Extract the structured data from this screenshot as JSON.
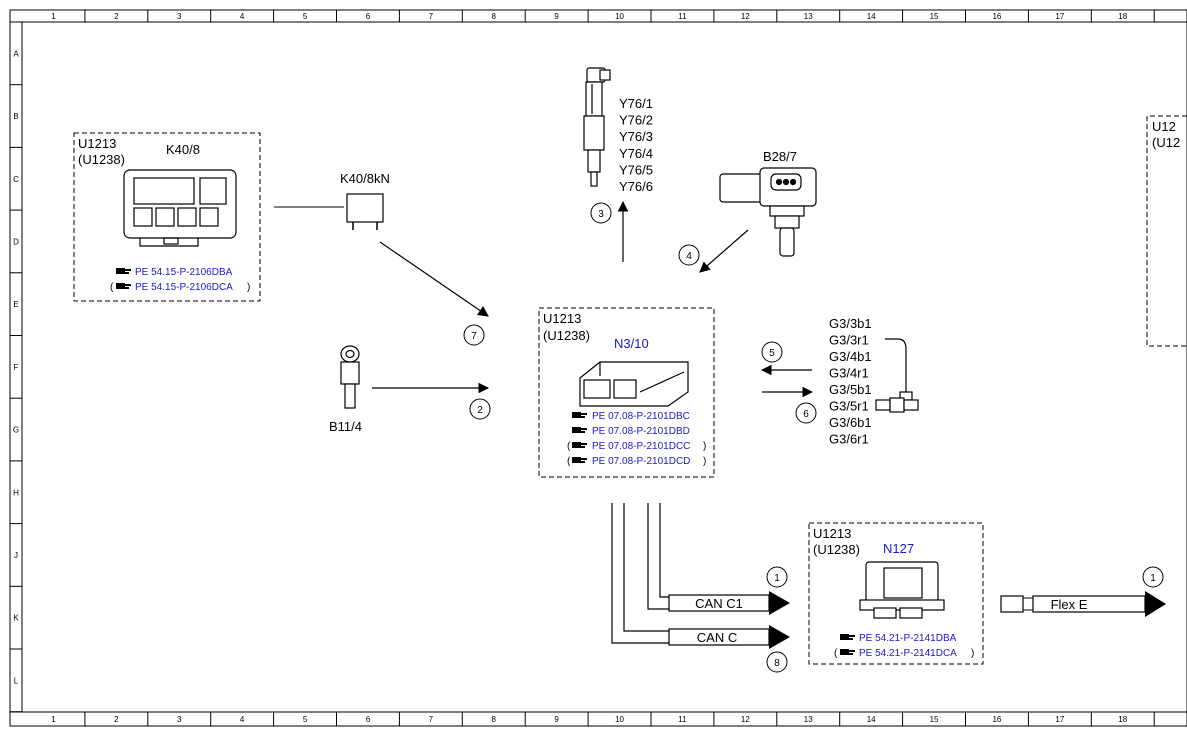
{
  "frame": {
    "columns": [
      "1",
      "2",
      "3",
      "4",
      "5",
      "6",
      "7",
      "8",
      "9",
      "10",
      "11",
      "12",
      "13",
      "14",
      "15",
      "16",
      "17",
      "18"
    ],
    "rows": [
      "A",
      "B",
      "C",
      "D",
      "E",
      "F",
      "G",
      "H",
      "J",
      "K",
      "L"
    ]
  },
  "box_k40": {
    "title1": "U1213",
    "title2": "(U1238)",
    "component": "K40/8",
    "refs": [
      {
        "open": "",
        "text": "PE 54.15-P-2106DBA",
        "close": ""
      },
      {
        "open": "(",
        "text": "PE 54.15-P-2106DCA",
        "close": ")"
      }
    ]
  },
  "box_n310": {
    "title1": "U1213",
    "title2": "(U1238)",
    "component": "N3/10",
    "refs": [
      {
        "open": "",
        "text": "PE 07.08-P-2101DBC",
        "close": ""
      },
      {
        "open": "",
        "text": "PE 07.08-P-2101DBD",
        "close": ""
      },
      {
        "open": "(",
        "text": "PE 07.08-P-2101DCC",
        "close": ")"
      },
      {
        "open": "(",
        "text": "PE 07.08-P-2101DCD",
        "close": ")"
      }
    ]
  },
  "box_n127": {
    "title1": "U1213",
    "title2": "(U1238)",
    "component": "N127",
    "refs": [
      {
        "open": "",
        "text": "PE 54.21-P-2141DBA",
        "close": ""
      },
      {
        "open": "(",
        "text": "PE 54.21-P-2141DCA",
        "close": ")"
      }
    ]
  },
  "box_right_partial": {
    "title1": "U12",
    "title2": "(U12"
  },
  "relay_label": "K40/8kN",
  "b11_label": "B11/4",
  "b28_label": "B28/7",
  "injectors": [
    "Y76/1",
    "Y76/2",
    "Y76/3",
    "Y76/4",
    "Y76/5",
    "Y76/6"
  ],
  "o2_sensors": [
    "G3/3b1",
    "G3/3r1",
    "G3/4b1",
    "G3/4r1",
    "G3/5b1",
    "G3/5r1",
    "G3/6b1",
    "G3/6r1"
  ],
  "buses": {
    "can_c1": "CAN C1",
    "can_c": "CAN C",
    "flex_e": "Flex E"
  },
  "markers": {
    "m1": "1",
    "m2": "2",
    "m3": "3",
    "m4": "4",
    "m5": "5",
    "m6": "6",
    "m7": "7",
    "m8": "8",
    "m1b": "1"
  },
  "colors": {
    "reference_blue": "#1a1acc",
    "line": "#000000"
  }
}
